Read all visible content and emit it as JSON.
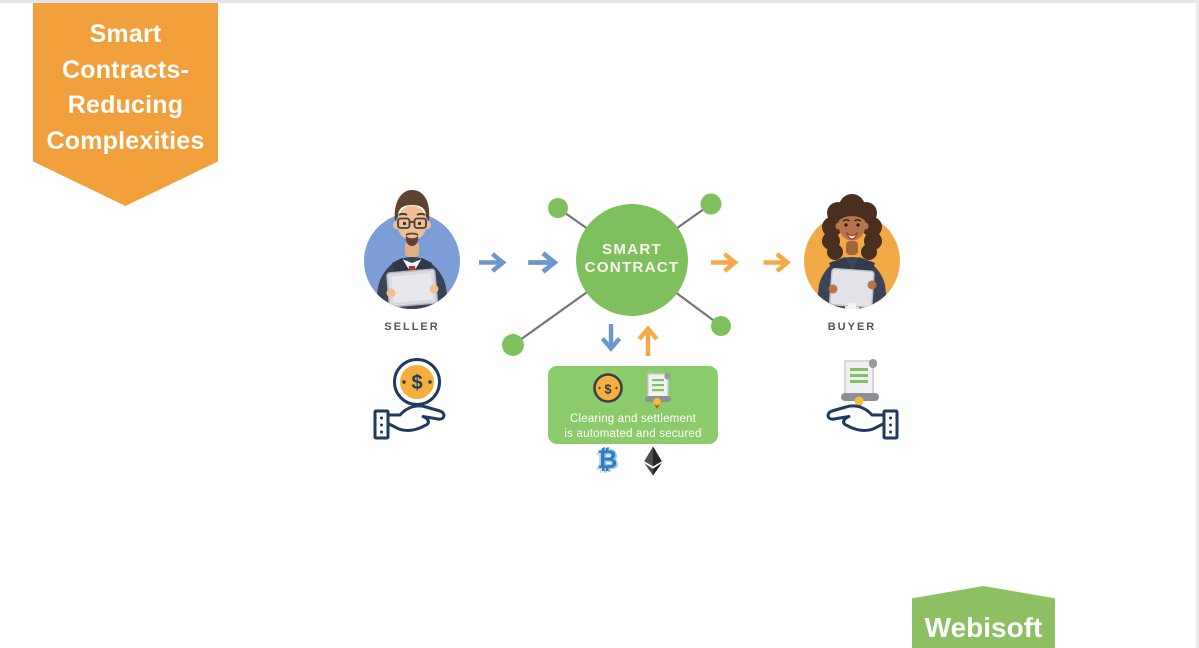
{
  "ribbon": {
    "lines": [
      "Smart",
      "Contracts-",
      "Reducing",
      "Complexities"
    ],
    "bg_color": "#F2A03C",
    "text_color": "#FFFFFF"
  },
  "badge": {
    "label": "Webisoft",
    "bg_color": "#8CC063",
    "text_color": "#FFFFFF"
  },
  "diagram": {
    "seller": {
      "label": "SELLER",
      "avatar_bg_color": "#7C9DD6"
    },
    "buyer": {
      "label": "BUYER",
      "avatar_bg_color": "#F1A945"
    },
    "hub": {
      "title_line1": "SMART",
      "title_line2": "CONTRACT",
      "circle_color": "#7EC05E",
      "node_count": 4
    },
    "clearing_box": {
      "line1": "Clearing and settlement",
      "line2": "is automated and secured",
      "bg_color": "#8BCB6B"
    },
    "coin_symbol": "$",
    "bitcoin_symbol": "₿",
    "arrow_colors": {
      "seller_side_blue": "#6E96CE",
      "buyer_side_orange": "#F5A947"
    },
    "icon_outline_color": "#1E3A5F",
    "doc_line_color": "#7DC45F"
  }
}
